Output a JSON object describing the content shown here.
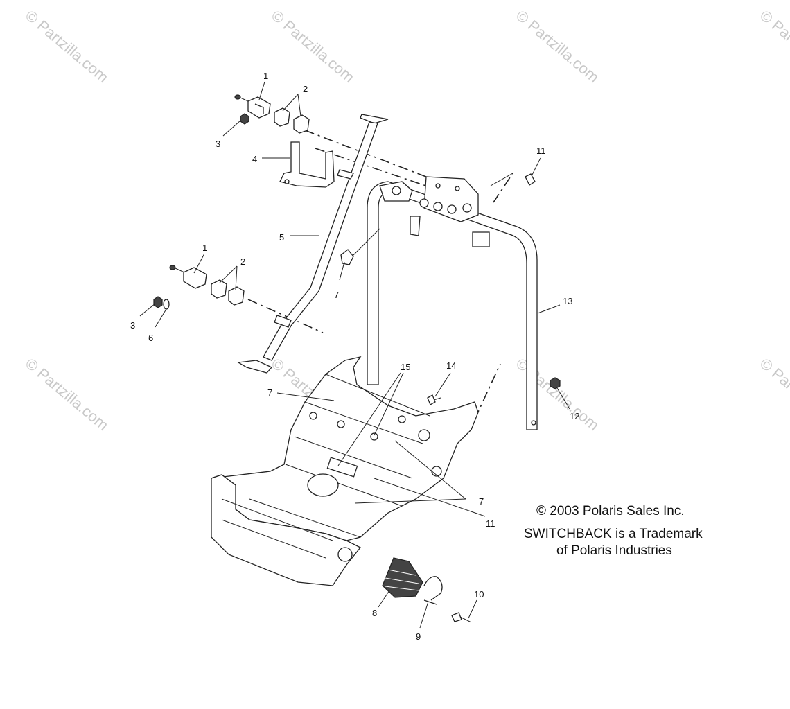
{
  "watermark": {
    "text": "© Partzilla.com",
    "color": "#c8c8c8"
  },
  "caption": {
    "copyright": "© 2003 Polaris Sales Inc.",
    "trademark_line1": "SWITCHBACK is a Trademark",
    "trademark_line2": "of Polaris Industries"
  },
  "callouts": {
    "c1_top": "1",
    "c2_top": "2",
    "c3_top": "3",
    "c4": "4",
    "c5": "5",
    "c1_mid": "1",
    "c2_mid": "2",
    "c3_mid": "3",
    "c6": "6",
    "c7_a": "7",
    "c7_b": "7",
    "c7_c": "7",
    "c8": "8",
    "c9": "9",
    "c10": "10",
    "c11_top": "11",
    "c11_bottom": "11",
    "c12": "12",
    "c13": "13",
    "c14": "14",
    "c15": "15"
  }
}
